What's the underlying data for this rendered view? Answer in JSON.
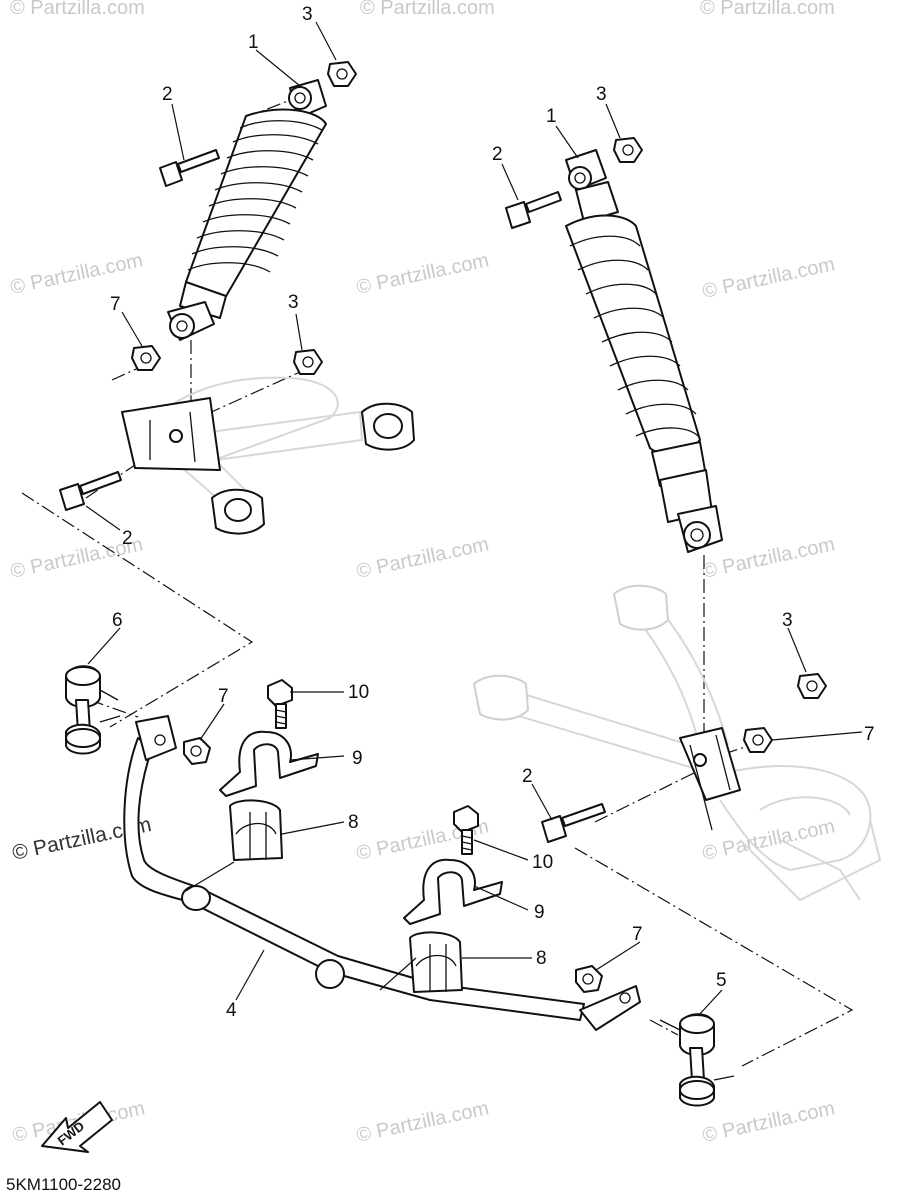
{
  "diagram": {
    "callouts": [
      "1",
      "2",
      "3",
      "4",
      "5",
      "6",
      "7",
      "8",
      "9",
      "10"
    ],
    "watermark": "© Partzilla.com",
    "watermark_prominent": "© Partzilla.com",
    "fwd_label": "FWD",
    "diagram_code": "5KM1100-2280"
  }
}
